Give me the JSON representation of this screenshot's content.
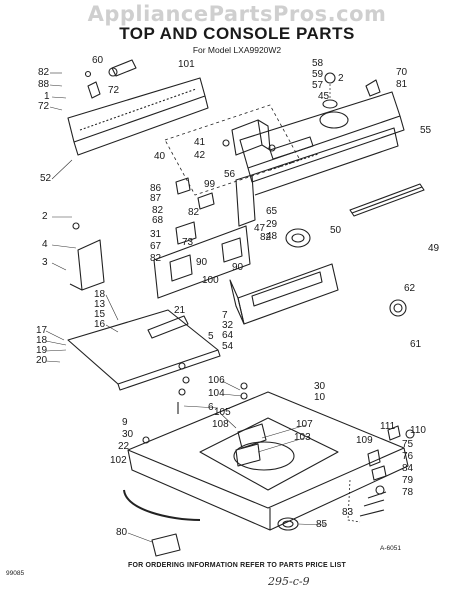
{
  "watermark": "AppliancePartsPros.com",
  "title": "TOP AND CONSOLE PARTS",
  "subtitle": "For Model LXA9920W2",
  "footer": "FOR ORDERING INFORMATION REFER TO PARTS PRICE LIST",
  "code_left": "99085",
  "code_right": "A-6051",
  "handwritten": "295-c-9",
  "labels": [
    "60",
    "101",
    "82",
    "88",
    "1",
    "72",
    "72",
    "52",
    "58",
    "59",
    "57",
    "45",
    "2",
    "70",
    "81",
    "55",
    "41",
    "42",
    "56",
    "40",
    "86",
    "87",
    "82",
    "99",
    "82",
    "68",
    "73",
    "31",
    "67",
    "82",
    "47",
    "82",
    "65",
    "29",
    "48",
    "50",
    "49",
    "2",
    "4",
    "3",
    "90",
    "90",
    "100",
    "62",
    "18",
    "13",
    "15",
    "16",
    "21",
    "7",
    "32",
    "64",
    "54",
    "17",
    "18",
    "19",
    "20",
    "5",
    "106",
    "104",
    "6",
    "30",
    "10",
    "61",
    "9",
    "30",
    "22",
    "102",
    "105",
    "108",
    "107",
    "103",
    "111",
    "110",
    "109",
    "75",
    "76",
    "84",
    "83",
    "79",
    "78",
    "80",
    "85"
  ]
}
